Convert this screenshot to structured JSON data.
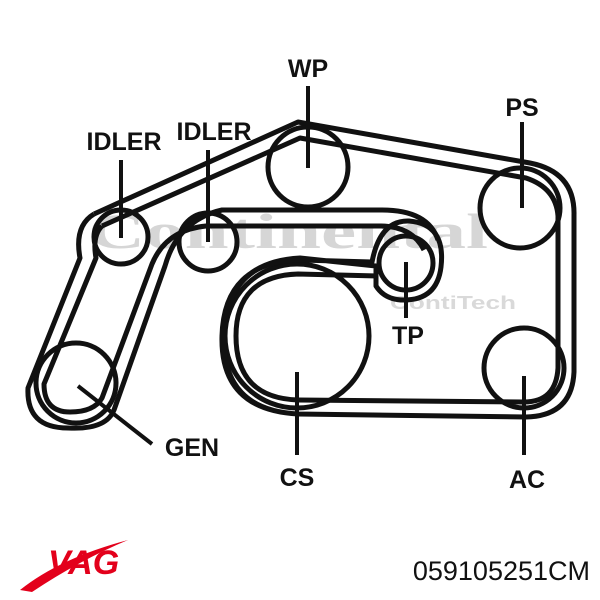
{
  "watermark": {
    "brand": "Continental",
    "sub": "ContiTech"
  },
  "labels": {
    "wp": "WP",
    "ps": "PS",
    "idler_left": "IDLER",
    "idler_right": "IDLER",
    "tp": "TP",
    "gen": "GEN",
    "cs": "CS",
    "ac": "AC"
  },
  "footer": {
    "brand": "VAG",
    "part_number": "059105251CM"
  },
  "colors": {
    "line": "#111111",
    "brand_red": "#e3001b",
    "watermark": "#d6d6d6"
  }
}
